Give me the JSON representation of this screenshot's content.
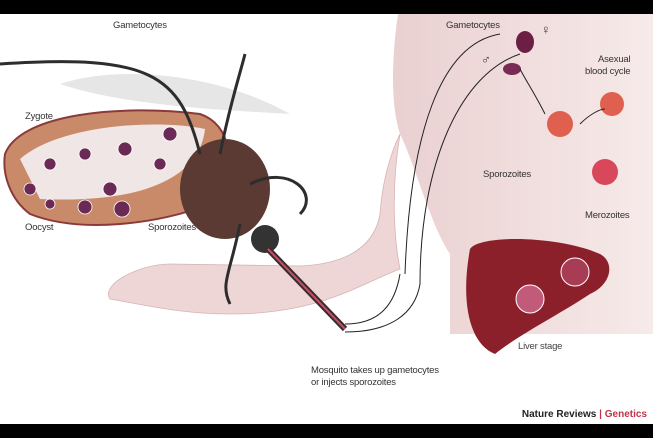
{
  "labels": {
    "gametocytes_mosquito": "Gametocytes",
    "zygote": "Zygote",
    "oocyst": "Oocyst",
    "sporozoites_mosquito": "Sporozoites",
    "gametocytes_human": "Gametocytes",
    "asexual_blood_cycle_1": "Asexual",
    "asexual_blood_cycle_2": "blood cycle",
    "sporozoites_human": "Sporozoites",
    "merozoites": "Merozoites",
    "liver_stage": "Liver stage",
    "caption_1": "Mosquito takes up gametocytes",
    "caption_2": "or injects sporozoites",
    "female_symbol": "♀",
    "male_symbol": "♂"
  },
  "credit": {
    "journal": "Nature Reviews",
    "separator": "|",
    "section": "Genetics"
  },
  "colors": {
    "skin": "#f1dcdc",
    "liver": "#8b1f2a",
    "mosquito": "#3a3a3a",
    "gut": "#c98a6a",
    "accent": "#c0314a"
  }
}
